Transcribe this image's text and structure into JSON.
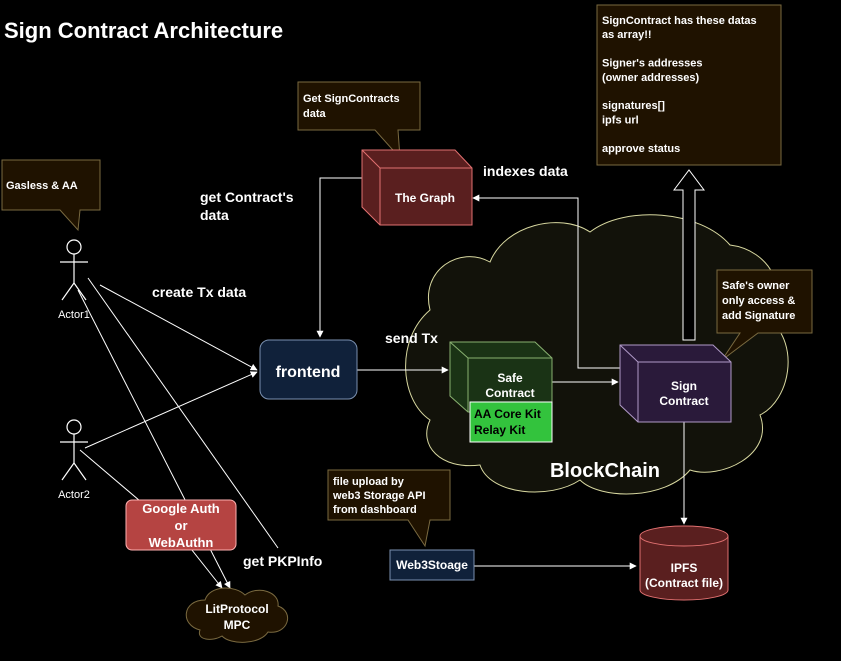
{
  "title": "Sign Contract Architecture",
  "colors": {
    "background": "#000000",
    "frontend_fill": "#10213a",
    "graph_fill": "#5a1f1f",
    "safe_fill": "#1a3315",
    "kit_fill": "#33c33d",
    "sign_fill": "#2a1a3a",
    "callout_fill": "#1f1200",
    "auth_fill": "#b54442",
    "blockchain_fill": "#12120a"
  },
  "callouts": {
    "gasless": "Gasless & AA",
    "graph_note": [
      "Get SignContracts",
      "data"
    ],
    "signcontract_note": [
      "SignContract has these datas",
      "as array!!",
      "",
      "Signer's addresses",
      "(owner addresses)",
      "",
      "signatures[]",
      "ipfs url",
      "",
      "approve status"
    ],
    "safe_owner": [
      "Safe's owner",
      "only access &",
      "add Signature"
    ],
    "file_upload": [
      "file upload by",
      "web3 Storage API",
      "from dashboard"
    ]
  },
  "nodes": {
    "the_graph": "The Graph",
    "frontend": "frontend",
    "safe_contract": [
      "Safe",
      "Contract"
    ],
    "kits": [
      "AA Core Kit",
      "Relay Kit"
    ],
    "sign_contract": [
      "Sign",
      "Contract"
    ],
    "blockchain": "BlockChain",
    "ipfs": [
      "IPFS",
      "(Contract file)"
    ],
    "web3storage": "Web3Stoage",
    "google_auth": [
      "Google Auth",
      "or",
      "WebAuthn"
    ],
    "lit_protocol": [
      "LitProtocol",
      "MPC"
    ]
  },
  "actors": {
    "actor1": "Actor1",
    "actor2": "Actor2"
  },
  "edge_labels": {
    "indexes_data": "indexes data",
    "get_contract_data": [
      "get Contract's",
      "data"
    ],
    "create_tx": "create Tx data",
    "send_tx": "send Tx",
    "get_pkp": "get PKPInfo"
  }
}
